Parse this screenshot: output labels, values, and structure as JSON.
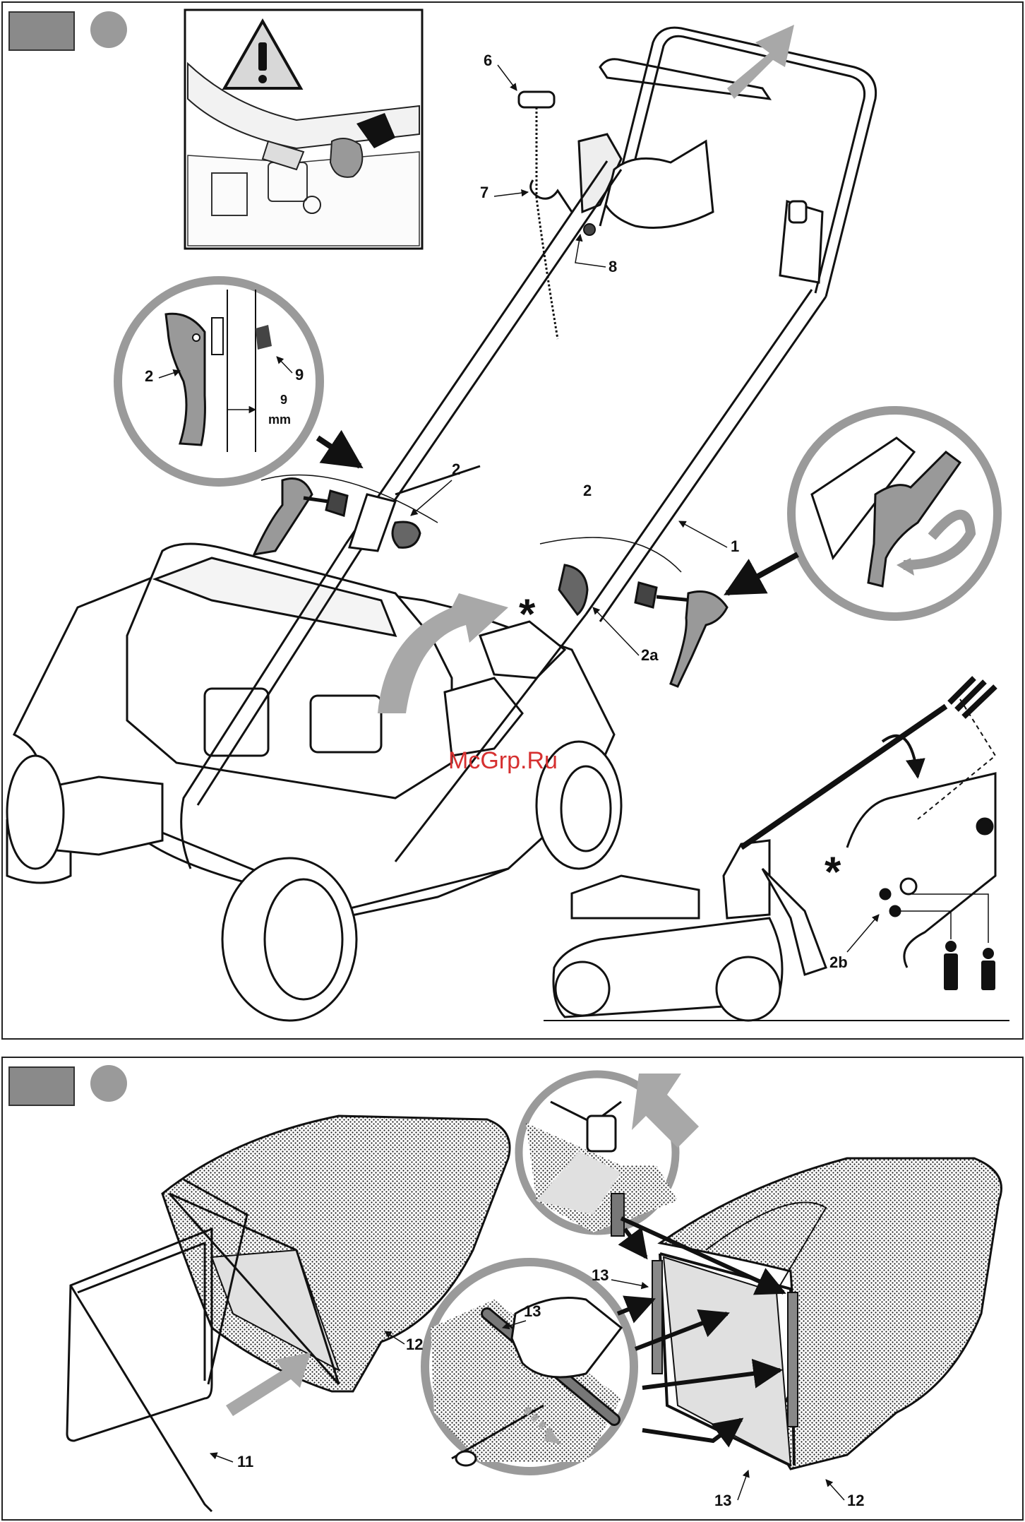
{
  "watermark": "McGrp.Ru",
  "top_panel": {
    "labels": {
      "l6": "6",
      "l7": "7",
      "l8": "8",
      "l2_circle": "2",
      "l9": "9",
      "l9mm_a": "9",
      "l9mm_b": "mm",
      "l2_left": "2",
      "l2_right": "2",
      "l1": "1",
      "l2a": "2a",
      "l2b": "2b",
      "asterisk_a": "*",
      "asterisk_b": "*"
    }
  },
  "bottom_panel": {
    "labels": {
      "l11": "11",
      "l12_left": "12",
      "l12_right": "12",
      "l13_top": "13",
      "l13_circle": "13",
      "l13_bottom": "13"
    }
  },
  "colors": {
    "step_box": "#8a8a8a",
    "step_dot": "#9a9a9a",
    "callout_ring": "#9a9a9a",
    "arrow_grey": "#a8a8a8",
    "watermark": "#d63030"
  }
}
